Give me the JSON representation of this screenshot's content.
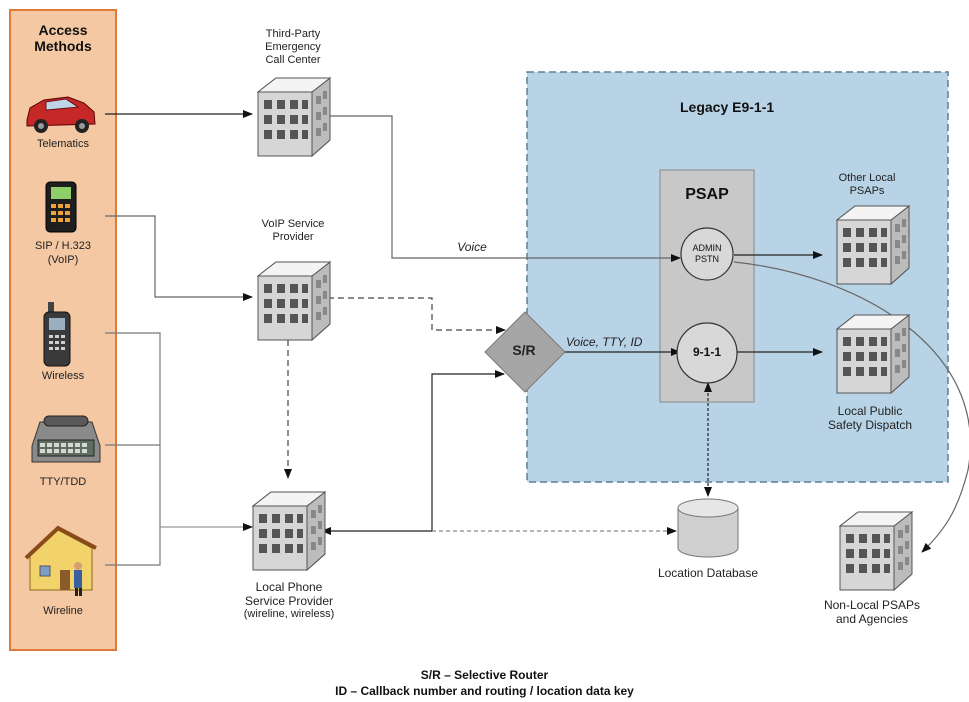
{
  "access": {
    "title_line1": "Access",
    "title_line2": "Methods",
    "items": [
      {
        "label": "Telematics"
      },
      {
        "label_line1": "SIP / H.323",
        "label_line2": "(VoIP)"
      },
      {
        "label": "Wireless"
      },
      {
        "label": "TTY/TDD"
      },
      {
        "label": "Wireline"
      }
    ]
  },
  "nodes": {
    "third_party": {
      "line1": "Third-Party",
      "line2": "Emergency",
      "line3": "Call Center"
    },
    "voip_provider": {
      "line1": "VoIP Service",
      "line2": "Provider"
    },
    "local_phone": {
      "line1": "Local Phone",
      "line2": "Service Provider",
      "line3": "(wireline, wireless)"
    },
    "location_db": {
      "label": "Location Database"
    },
    "other_psaps": {
      "line1": "Other Local",
      "line2": "PSAPs"
    },
    "local_dispatch": {
      "line1": "Local Public",
      "line2": "Safety Dispatch"
    },
    "nonlocal": {
      "line1": "Non-Local PSAPs",
      "line2": "and Agencies"
    }
  },
  "legacy": {
    "title": "Legacy E9-1-1"
  },
  "psap": {
    "title": "PSAP",
    "admin_line1": "ADMIN",
    "admin_line2": "PSTN",
    "nine": "9-1-1"
  },
  "router": {
    "label": "S/R"
  },
  "edges": {
    "voice": "Voice",
    "voice_tty": "Voice, TTY, ID"
  },
  "footer": {
    "line1": "S/R – Selective Router",
    "line2": "ID – Callback number and routing / location data key"
  },
  "colors": {
    "access_panel": "#f4c8a2",
    "access_border": "#e07a3a",
    "legacy_fill": "#b8d3e6",
    "legacy_border": "#5b7f99",
    "psap_fill": "#c8c8c8",
    "router_fill": "#a6a6a6"
  }
}
